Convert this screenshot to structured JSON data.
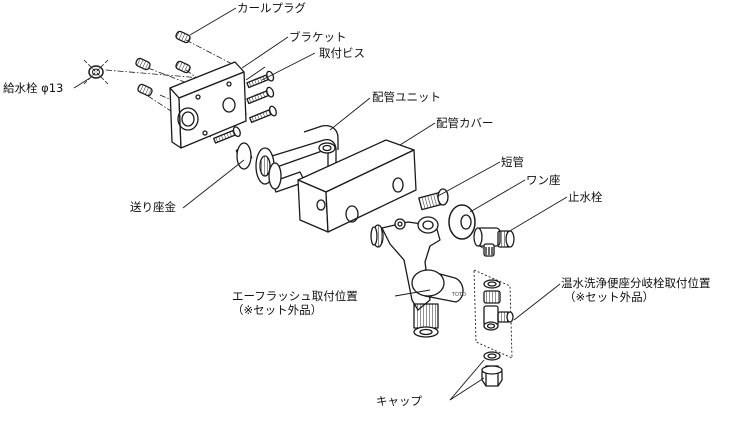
{
  "labels": {
    "curl_plug": "カールプラグ",
    "bracket": "ブラケット",
    "mounting_screw": "取付ビス",
    "supply_faucet": "給水栓 φ13",
    "piping_unit": "配管ユニット",
    "piping_cover": "配管カバー",
    "short_pipe": "短管",
    "washer_seat": "ワン座",
    "stop_valve": "止水栓",
    "feed_seat": "送り座金",
    "washlet_branch": "温水洗浄便座分岐栓取付位置",
    "washlet_branch_note": "（※セット外品）",
    "eflush": "エーフラッシュ取付位置",
    "eflush_note": "（※セット外品）",
    "cap": "キャップ"
  }
}
